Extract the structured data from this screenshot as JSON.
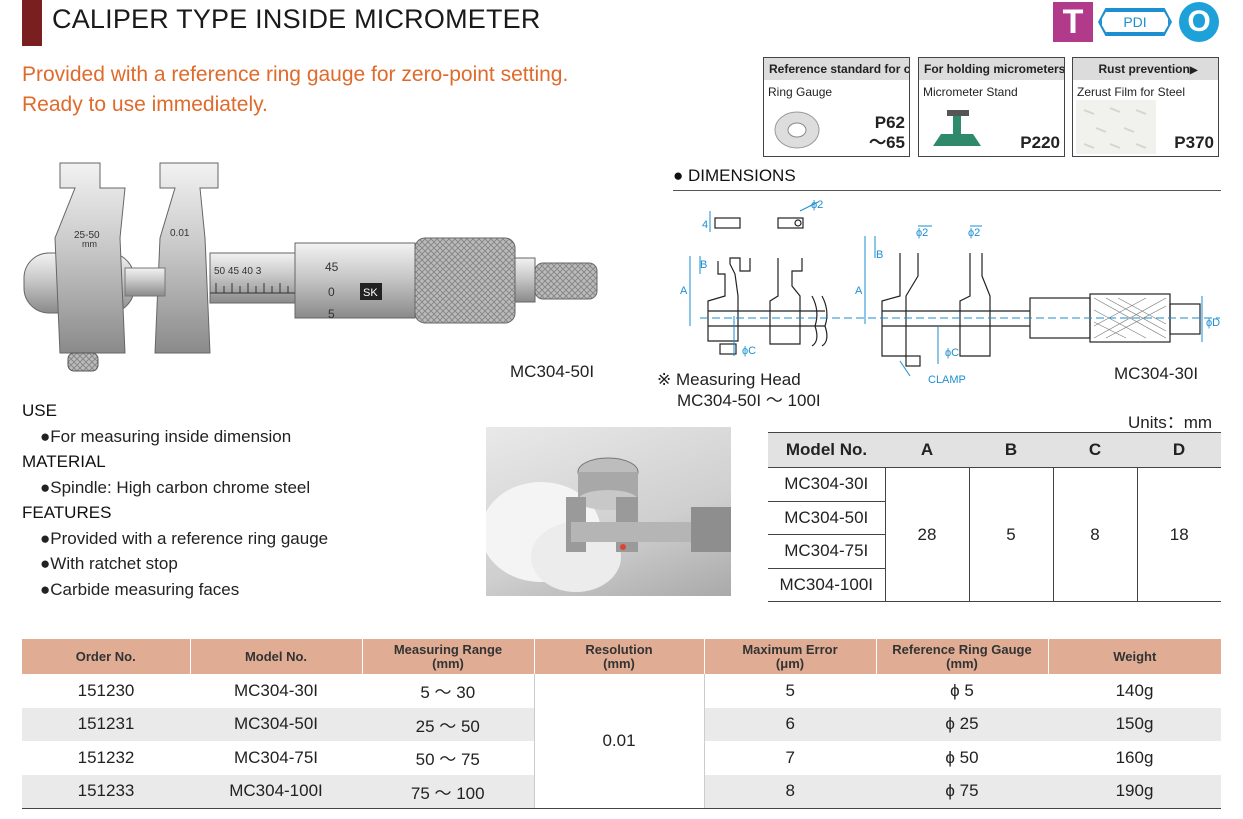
{
  "title": "CALIPER TYPE INSIDE MICROMETER",
  "badges": {
    "t": "T",
    "pdi": "PDI",
    "o": "O"
  },
  "intro": {
    "line1": "Provided with a reference ring gauge for zero-point setting.",
    "line2": "Ready to use immediately."
  },
  "accessories": [
    {
      "header": "Reference standard for calibration",
      "name": "Ring Gauge",
      "page1": "P62",
      "page2": "～65"
    },
    {
      "header": "For holding micrometers",
      "name": "Micrometer Stand",
      "page1": "P220",
      "page2": ""
    },
    {
      "header": "Rust prevention",
      "name": "Zerust Film for Steel",
      "page1": "P370",
      "page2": ""
    }
  ],
  "dimensions_heading": "DIMENSIONS",
  "drawing": {
    "phi2_a": "ϕ2",
    "phi2_b": "ϕ2",
    "phi2_c": "ϕ2",
    "four": "4",
    "A": "A",
    "B": "B",
    "C": "ϕC",
    "D": "ϕD",
    "clamp": "CLAMP",
    "A2": "A",
    "B2": "B",
    "C2": "ϕC"
  },
  "micrometer_labels": {
    "range": "25-50",
    "unit": "mm",
    "res": "0.01",
    "scale": "50 45 40 3",
    "thimble_top": "45",
    "thimble_mid": "0",
    "thimble_bot": "5",
    "brand": "SK"
  },
  "mic_caption": "MC304-50I",
  "measuring_head_note": {
    "line1": "※ Measuring Head",
    "line2": "MC304-50I ～ 100I"
  },
  "mc30_caption": "MC304-30I",
  "units": "Units：mm",
  "specs": {
    "use_h": "USE",
    "use_1": "●For measuring inside dimension",
    "material_h": "MATERIAL",
    "material_1": "●Spindle: High carbon chrome steel",
    "features_h": "FEATURES",
    "features_1": "●Provided with a reference ring gauge",
    "features_2": "●With ratchet stop",
    "features_3": "●Carbide measuring faces"
  },
  "dim_table": {
    "headers": [
      "Model No.",
      "A",
      "B",
      "C",
      "D"
    ],
    "models": [
      "MC304-30I",
      "MC304-50I",
      "MC304-75I",
      "MC304-100I"
    ],
    "A": "28",
    "B": "5",
    "C": "8",
    "D": "18"
  },
  "main_table": {
    "headers": [
      {
        "l1": "Order No.",
        "l2": ""
      },
      {
        "l1": "Model No.",
        "l2": ""
      },
      {
        "l1": "Measuring Range",
        "l2": "(mm)"
      },
      {
        "l1": "Resolution",
        "l2": "(mm)"
      },
      {
        "l1": "Maximum Error",
        "l2": "(μm)"
      },
      {
        "l1": "Reference Ring Gauge",
        "l2": "(mm)"
      },
      {
        "l1": "Weight",
        "l2": ""
      }
    ],
    "resolution": "0.01",
    "rows": [
      {
        "order": "151230",
        "model": "MC304-30I",
        "range": "5 ～  30",
        "error": "5",
        "ring": "ϕ 5",
        "weight": "140g"
      },
      {
        "order": "151231",
        "model": "MC304-50I",
        "range": "25 ～  50",
        "error": "6",
        "ring": "ϕ 25",
        "weight": "150g"
      },
      {
        "order": "151232",
        "model": "MC304-75I",
        "range": "50 ～  75",
        "error": "7",
        "ring": "ϕ 50",
        "weight": "160g"
      },
      {
        "order": "151233",
        "model": "MC304-100I",
        "range": "75 ～ 100",
        "error": "8",
        "ring": "ϕ 75",
        "weight": "190g"
      }
    ]
  }
}
